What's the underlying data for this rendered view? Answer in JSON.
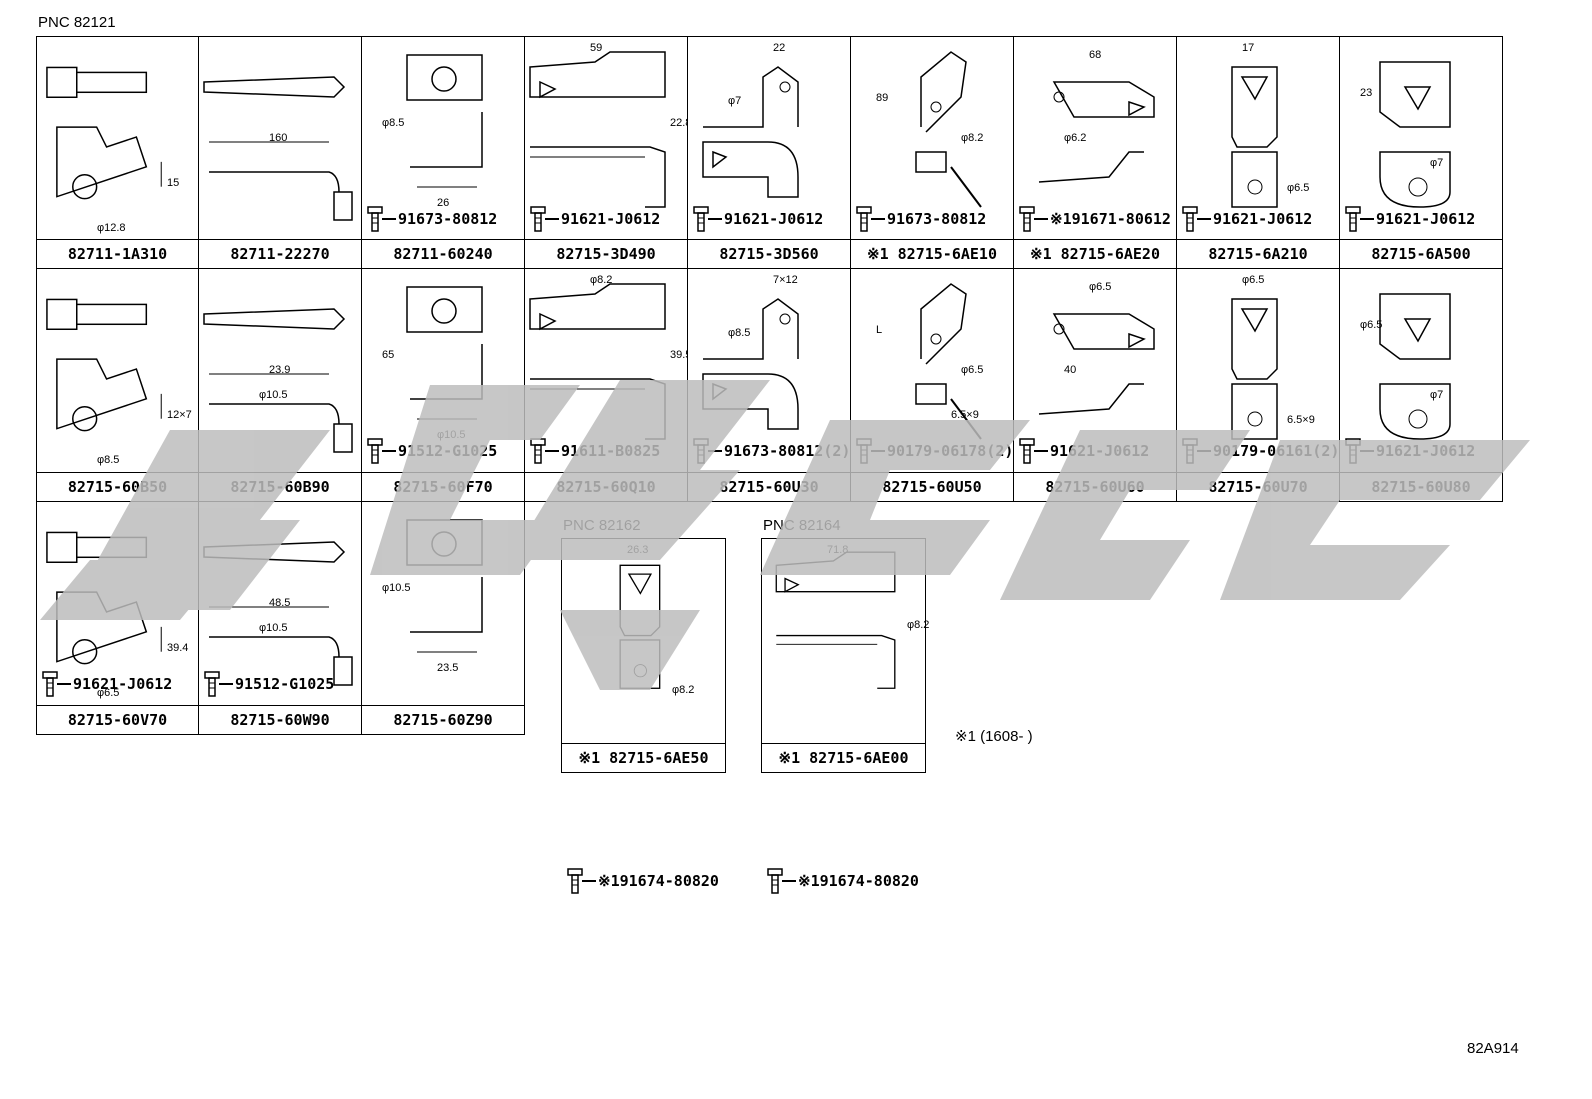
{
  "header": {
    "pnc": "PNC 82121"
  },
  "rows": [
    [
      {
        "part": "82711-1A310",
        "bolt": "",
        "dims": [
          "15",
          "φ12.8"
        ]
      },
      {
        "part": "82711-22270",
        "bolt": "",
        "dims": [
          "160"
        ]
      },
      {
        "part": "82711-60240",
        "bolt": "91673-80812",
        "dims": [
          "φ8.5",
          "26"
        ]
      },
      {
        "part": "82715-3D490",
        "bolt": "91621-J0612",
        "dims": [
          "59",
          "22.8"
        ]
      },
      {
        "part": "82715-3D560",
        "bolt": "91621-J0612",
        "dims": [
          "22",
          "φ7"
        ]
      },
      {
        "part": "※1 82715-6AE10",
        "bolt": "91673-80812",
        "dims": [
          "89",
          "φ8.2"
        ]
      },
      {
        "part": "※1 82715-6AE20",
        "bolt": "※191671-80612",
        "dims": [
          "68",
          "φ6.2"
        ]
      },
      {
        "part": "82715-6A210",
        "bolt": "91621-J0612",
        "dims": [
          "17",
          "φ6.5"
        ]
      },
      {
        "part": "82715-6A500",
        "bolt": "91621-J0612",
        "dims": [
          "23",
          "φ7"
        ]
      }
    ],
    [
      {
        "part": "82715-60B50",
        "bolt": "",
        "dims": [
          "12×7",
          "φ8.5"
        ]
      },
      {
        "part": "82715-60B90",
        "bolt": "",
        "dims": [
          "23.9",
          "φ10.5"
        ]
      },
      {
        "part": "82715-60F70",
        "bolt": "91512-G1025",
        "dims": [
          "65",
          "φ10.5"
        ]
      },
      {
        "part": "82715-60Q10",
        "bolt": "91611-B0825",
        "dims": [
          "φ8.2",
          "39.5"
        ]
      },
      {
        "part": "82715-60U30",
        "bolt": "91673-80812(2)",
        "dims": [
          "7×12",
          "φ8.5"
        ]
      },
      {
        "part": "82715-60U50",
        "bolt": "90179-06178(2)",
        "dims": [
          "L",
          "φ6.5",
          "6.5×9"
        ]
      },
      {
        "part": "82715-60U60",
        "bolt": "91621-J0612",
        "dims": [
          "φ6.5",
          "40"
        ]
      },
      {
        "part": "82715-60U70",
        "bolt": "90179-06161(2)",
        "dims": [
          "φ6.5",
          "6.5×9"
        ]
      },
      {
        "part": "82715-60U80",
        "bolt": "91621-J0612",
        "dims": [
          "φ6.5",
          "φ7"
        ]
      }
    ],
    [
      {
        "part": "82715-60V70",
        "bolt": "91621-J0612",
        "dims": [
          "39.4",
          "φ6.5"
        ]
      },
      {
        "part": "82715-60W90",
        "bolt": "91512-G1025",
        "dims": [
          "48.5",
          "φ10.5"
        ]
      },
      {
        "part": "82715-60Z90",
        "bolt": "",
        "dims": [
          "φ10.5",
          "23.5"
        ]
      }
    ]
  ],
  "groups": [
    {
      "pnc": "PNC 82162",
      "part": "※1 82715-6AE50",
      "bolt": "※191674-80820",
      "dims": [
        "26.3",
        "φ8.2"
      ]
    },
    {
      "pnc": "PNC 82164",
      "part": "※1 82715-6AE00",
      "bolt": "※191674-80820",
      "dims": [
        "71.8",
        "φ8.2"
      ]
    }
  ],
  "footnote": "※1 (1608-        )",
  "diagram_code": "82A914",
  "colors": {
    "line": "#000000",
    "watermark": "#bdbdbd"
  }
}
